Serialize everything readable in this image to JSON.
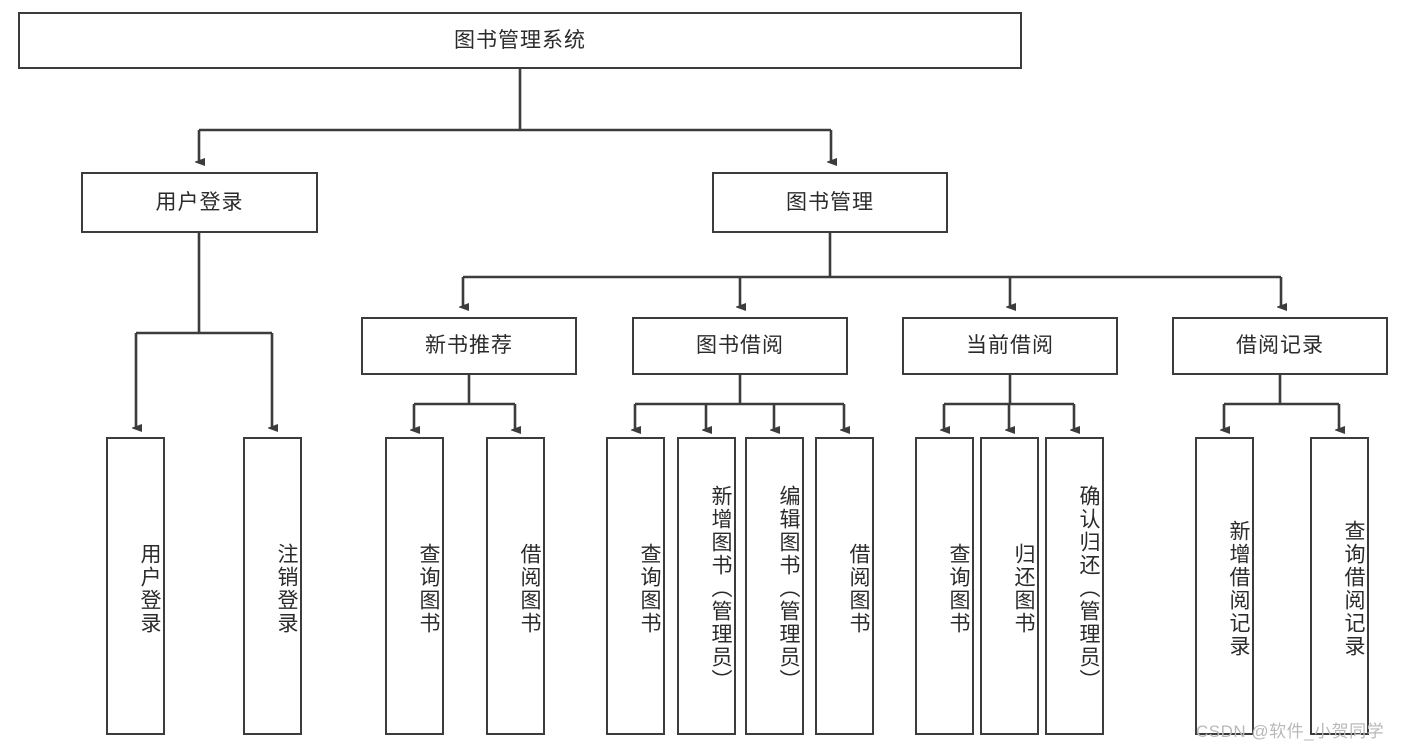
{
  "diagram": {
    "title_node": {
      "label": "图书管理系统"
    },
    "level2": [
      {
        "label": "用户登录"
      },
      {
        "label": "图书管理"
      }
    ],
    "level3": [
      {
        "label": "新书推荐"
      },
      {
        "label": "图书借阅"
      },
      {
        "label": "当前借阅"
      },
      {
        "label": "借阅记录"
      }
    ],
    "leaves": [
      {
        "label": "用户登录"
      },
      {
        "label": "注销登录"
      },
      {
        "label": "查询图书"
      },
      {
        "label": "借阅图书"
      },
      {
        "label": "查询图书"
      },
      {
        "label": "新增图书（管理员）"
      },
      {
        "label": "编辑图书（管理员）"
      },
      {
        "label": "借阅图书"
      },
      {
        "label": "查询图书"
      },
      {
        "label": "归还图书"
      },
      {
        "label": "确认归还（管理员）"
      },
      {
        "label": "新增借阅记录"
      },
      {
        "label": "查询借阅记录"
      }
    ],
    "watermark": "CSDN @软件_小贺同学",
    "colors": {
      "stroke": "#3c3c3c",
      "background": "#ffffff",
      "text": "#2b2b2b",
      "watermark": "#b9b9b9"
    }
  }
}
